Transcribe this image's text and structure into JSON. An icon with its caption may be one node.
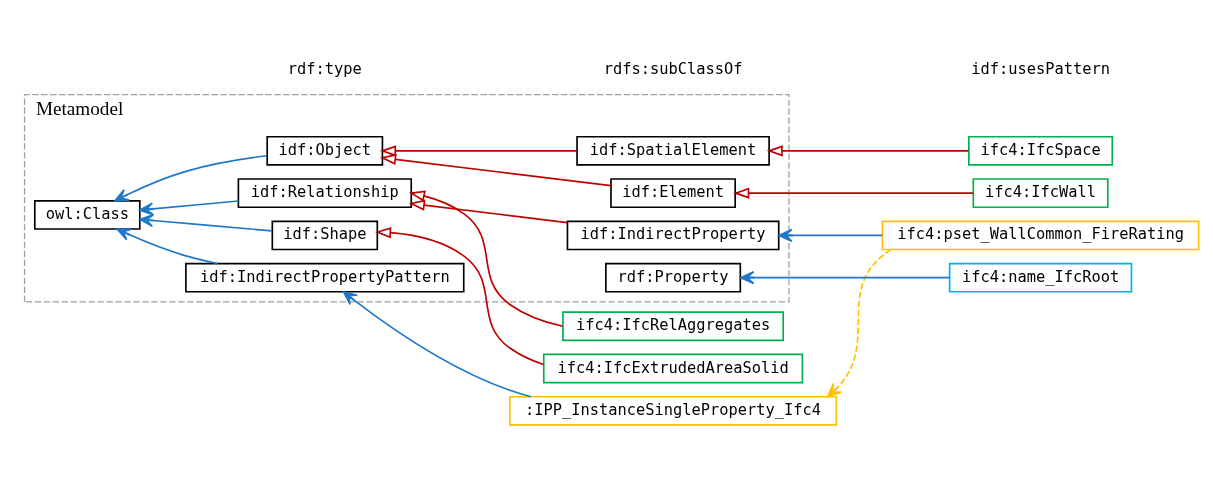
{
  "diagram": {
    "nodes": [
      {
        "text": [
          "Metamodel"
        ]
      },
      {
        "text": [
          "owl:Class"
        ],
        "in": 0
      },
      {
        "text": [
          "idf:Object"
        ],
        "in": 0
      },
      {
        "text": [
          "idf:SpatialElement"
        ],
        "in": 0
      },
      {
        "text": [
          "idf:Element"
        ],
        "in": 0
      },
      {
        "text": [
          "idf:Shape"
        ],
        "in": 0
      },
      {
        "text": [
          "idf:Relationship"
        ],
        "in": 0
      },
      {
        "text": [
          "idf:IndirectProperty"
        ],
        "in": 0
      },
      {
        "text": [
          "idf:IndirectPropertyPattern"
        ],
        "in": 0
      },
      {
        "text": [
          "rdf:Property"
        ],
        "in": 0
      },
      {
        "text": [
          "ifc4:IfcSpace"
        ]
      },
      {
        "text": [
          "ifc4:IfcWall"
        ]
      },
      {
        "text": [
          "ifc4:IfcExtrudedAreaSolid"
        ]
      },
      {
        "text": [
          "ifc4:IfcRelAggregates"
        ]
      },
      {
        "text": [
          "ifc4:pset_WallCommon_FireRating"
        ]
      },
      {
        "text": [
          ":IPP_InstanceSingleProperty_Ifc4"
        ]
      },
      {
        "text": [
          "ifc4:name_IfcRoot"
        ]
      }
    ],
    "edges": [
      {
        "from": 2,
        "to": 1,
        "arrow": "to",
        "color": "#1f77c8"
      },
      {
        "from": 5,
        "to": 1,
        "arrow": "to",
        "color": "#1f77c8"
      },
      {
        "from": 6,
        "to": 1,
        "arrow": "to",
        "color": "#1f77c8"
      },
      {
        "from": 8,
        "to": 1,
        "arrow": "to",
        "color": "#1f77c8"
      },
      {
        "from": 3,
        "to": 2,
        "arrow": "to",
        "color": "#c00000"
      },
      {
        "from": 4,
        "to": 2,
        "arrow": "to",
        "color": "#c00000"
      },
      {
        "from": 10,
        "to": 3,
        "arrow": "to",
        "color": "#c00000"
      },
      {
        "from": 11,
        "to": 4,
        "arrow": "to",
        "color": "#c00000"
      },
      {
        "from": 12,
        "to": 5,
        "arrow": "to",
        "color": "#c00000"
      },
      {
        "from": 13,
        "to": 6,
        "arrow": "to",
        "color": "#c00000"
      },
      {
        "from": 7,
        "to": 6,
        "arrow": "to",
        "color": "#c00000"
      },
      {
        "from": 14,
        "to": 7,
        "arrow": "to",
        "color": "#1f77c8"
      },
      {
        "from": 15,
        "to": 8,
        "arrow": "to",
        "color": "#1f77c8"
      },
      {
        "from": 16,
        "to": 9,
        "arrow": "to",
        "color": "#1f77c8"
      },
      {
        "from": 14,
        "to": 15,
        "arrow": "to",
        "style": "dashed",
        "color": "#ffc000"
      }
    ],
    "legend": [
      {
        "text": "rdf:type"
      },
      {
        "text": "rdfs:subClassOf"
      },
      {
        "text": "idf:usesPattern"
      }
    ]
  }
}
